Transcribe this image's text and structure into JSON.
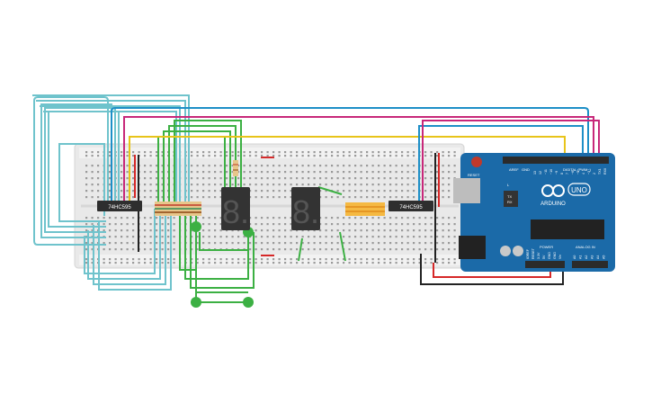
{
  "chips": {
    "left_label": "74HC595",
    "right_label": "74HC595"
  },
  "displays": {
    "left_digit": "8.",
    "right_digit": "8."
  },
  "arduino": {
    "brand": "ARDUINO",
    "model": "UNO",
    "reset_label": "RESET",
    "power_label": "POWER",
    "analog_label": "ANALOG IN",
    "digital_label": "DIGITAL (PWM~)",
    "aref_label": "AREF",
    "gnd_label": "GND",
    "tx_label": "TX",
    "rx_label": "RX",
    "l_label": "L",
    "power_pins": [
      "IOREF",
      "RESET",
      "3.3V",
      "5V",
      "GND",
      "GND",
      "Vin"
    ],
    "analog_pins": [
      "A0",
      "A1",
      "A2",
      "A3",
      "A4",
      "A5"
    ],
    "digital_pins": [
      "13",
      "12",
      "~11",
      "~10",
      "~9",
      "8",
      "7",
      "~6",
      "~5",
      "4",
      "~3",
      "2",
      "TX1",
      "RX0"
    ]
  },
  "colors": {
    "wire_cyan": "#6fc3cc",
    "wire_green": "#3cb043",
    "wire_blue": "#1d8fc7",
    "wire_magenta": "#c8287a",
    "wire_yellow": "#e8c41a",
    "wire_red": "#d62828",
    "wire_black": "#222222",
    "breadboard": "#eeeeee",
    "arduino_board": "#1b6aa8"
  }
}
